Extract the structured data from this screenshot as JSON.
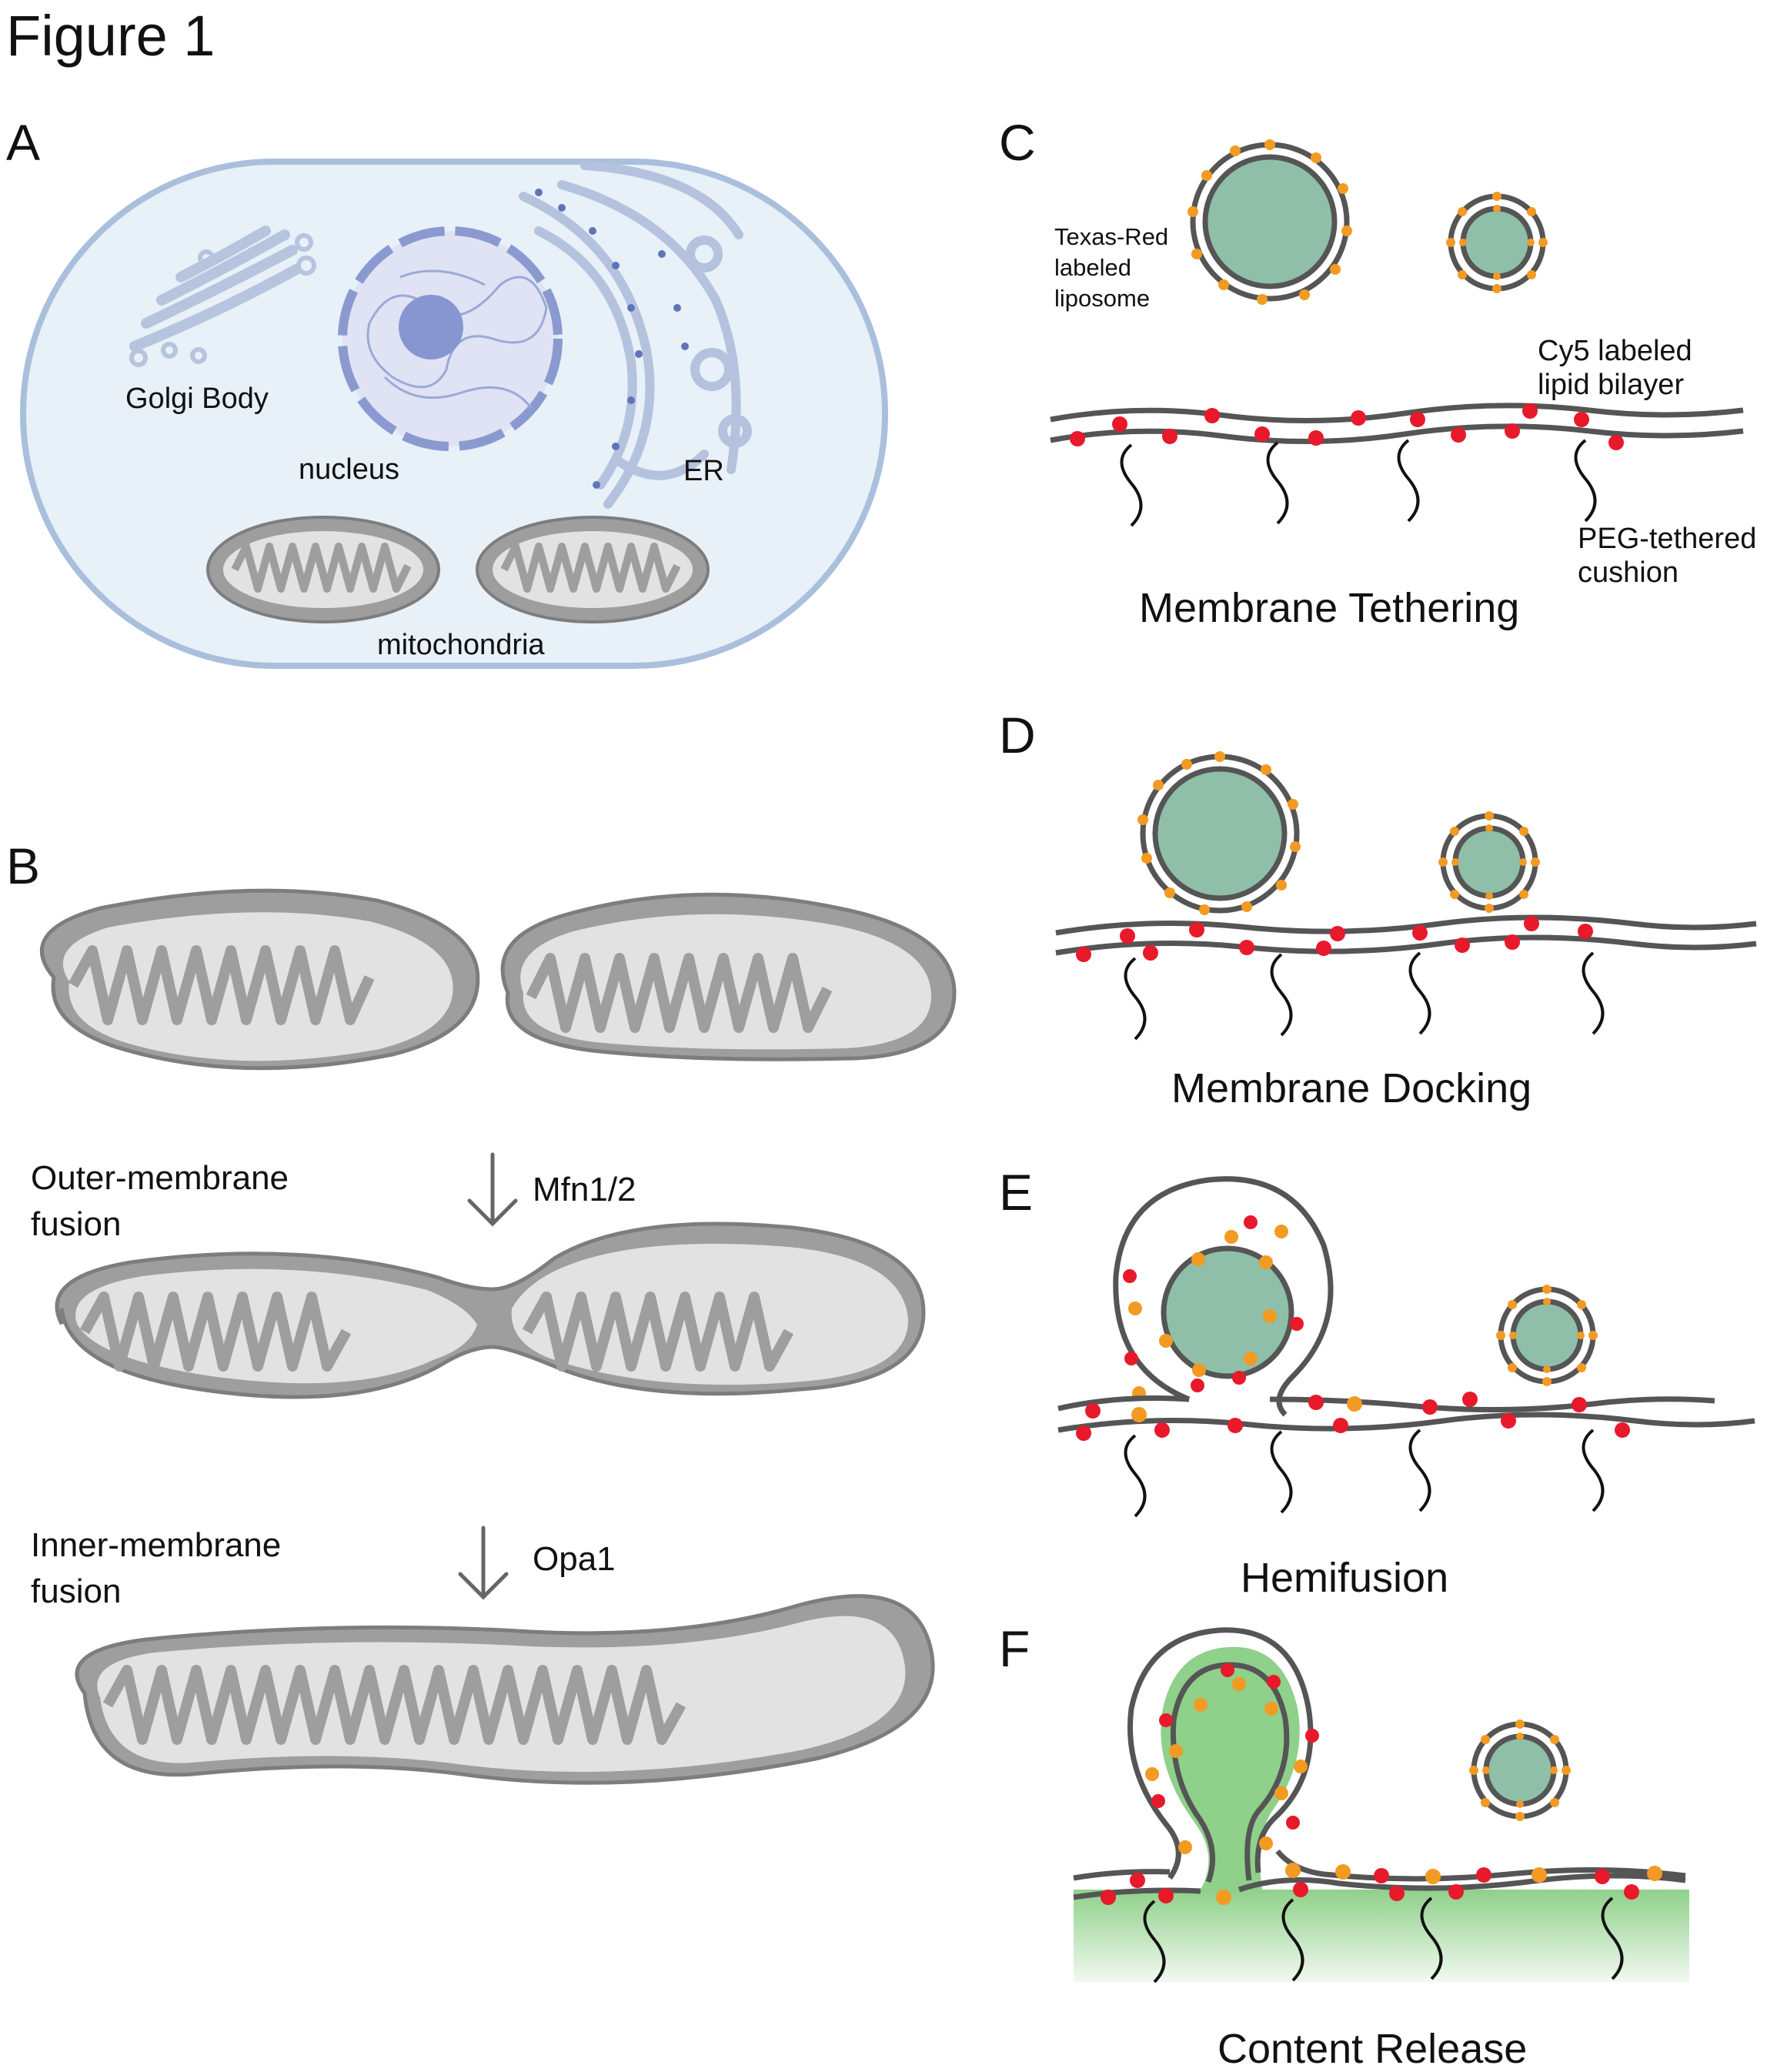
{
  "figure_title": "Figure 1",
  "panels": {
    "A": {
      "label": "A",
      "golgi": "Golgi Body",
      "nucleus": "nucleus",
      "er": "ER",
      "mito": "mitochondria"
    },
    "B": {
      "label": "B",
      "step1": [
        "Outer-membrane",
        "fusion"
      ],
      "step1_protein": "Mfn1/2",
      "step2": [
        "Inner-membrane",
        "fusion"
      ],
      "step2_protein": "Opa1"
    },
    "C": {
      "label": "C",
      "liposome": [
        "Texas-Red",
        "labeled",
        "liposome"
      ],
      "bilayer": [
        "Cy5 labeled",
        "lipid bilayer"
      ],
      "cushion": [
        "PEG-tethered",
        "cushion"
      ],
      "caption": "Membrane Tethering"
    },
    "D": {
      "label": "D",
      "caption": "Membrane Docking"
    },
    "E": {
      "label": "E",
      "caption": "Hemifusion"
    },
    "F": {
      "label": "F",
      "caption": "Content Release"
    }
  },
  "colors": {
    "cell_fill": "#e8f0f8",
    "cell_stroke": "#a9bfdc",
    "organelle": "#7f8fc8",
    "mito_outer": "#9e9e9e",
    "mito_inner": "#e2e2e2",
    "membrane": "#555555",
    "liposome_lumen": "#8fbfa8",
    "cy5_dot": "#e8192b",
    "texas_red_dot": "#f39a23",
    "released_content": "#8fd08a"
  }
}
